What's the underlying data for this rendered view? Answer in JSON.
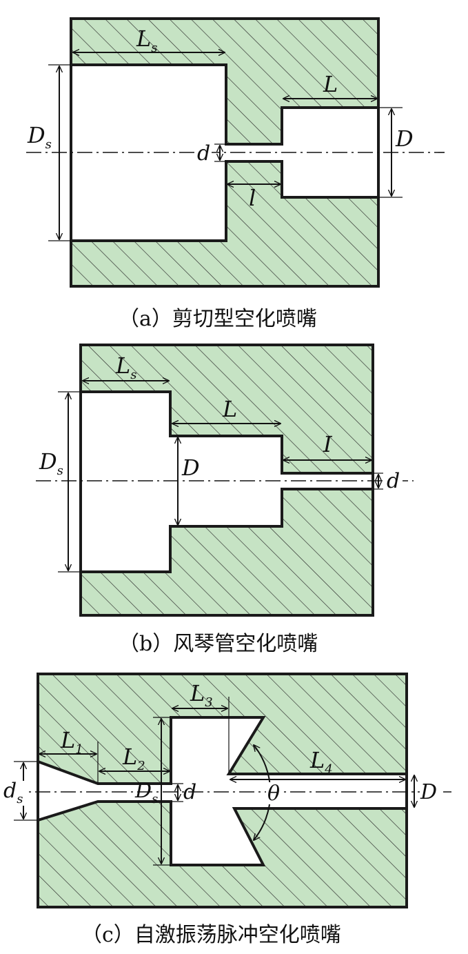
{
  "panels": [
    {
      "id": "a",
      "caption": "（a）剪切型空化喷嘴",
      "labels": {
        "Ls": [
          "L",
          "s"
        ],
        "L": "L",
        "Ds": [
          "D",
          "s"
        ],
        "D": "D",
        "d": "d",
        "l": "l"
      }
    },
    {
      "id": "b",
      "caption": "（b）风琴管空化喷嘴",
      "labels": {
        "Ls": [
          "L",
          "s"
        ],
        "L": "L",
        "Ds": [
          "D",
          "s"
        ],
        "D": "D",
        "d": "d",
        "I": "I"
      }
    },
    {
      "id": "c",
      "caption": "（c）自激振荡脉冲空化喷嘴",
      "labels": {
        "L1": [
          "L",
          "1"
        ],
        "L2": [
          "L",
          "2"
        ],
        "L3": [
          "L",
          "3"
        ],
        "L4": [
          "L",
          "4"
        ],
        "ds": [
          "d",
          "s"
        ],
        "Ds": [
          "D",
          "s"
        ],
        "d": "d",
        "D": "D",
        "theta": "θ"
      }
    }
  ],
  "colors": {
    "fill": "#c6e3c4",
    "hatch": "#2b2b2b",
    "outline": "#1a1a1a"
  }
}
